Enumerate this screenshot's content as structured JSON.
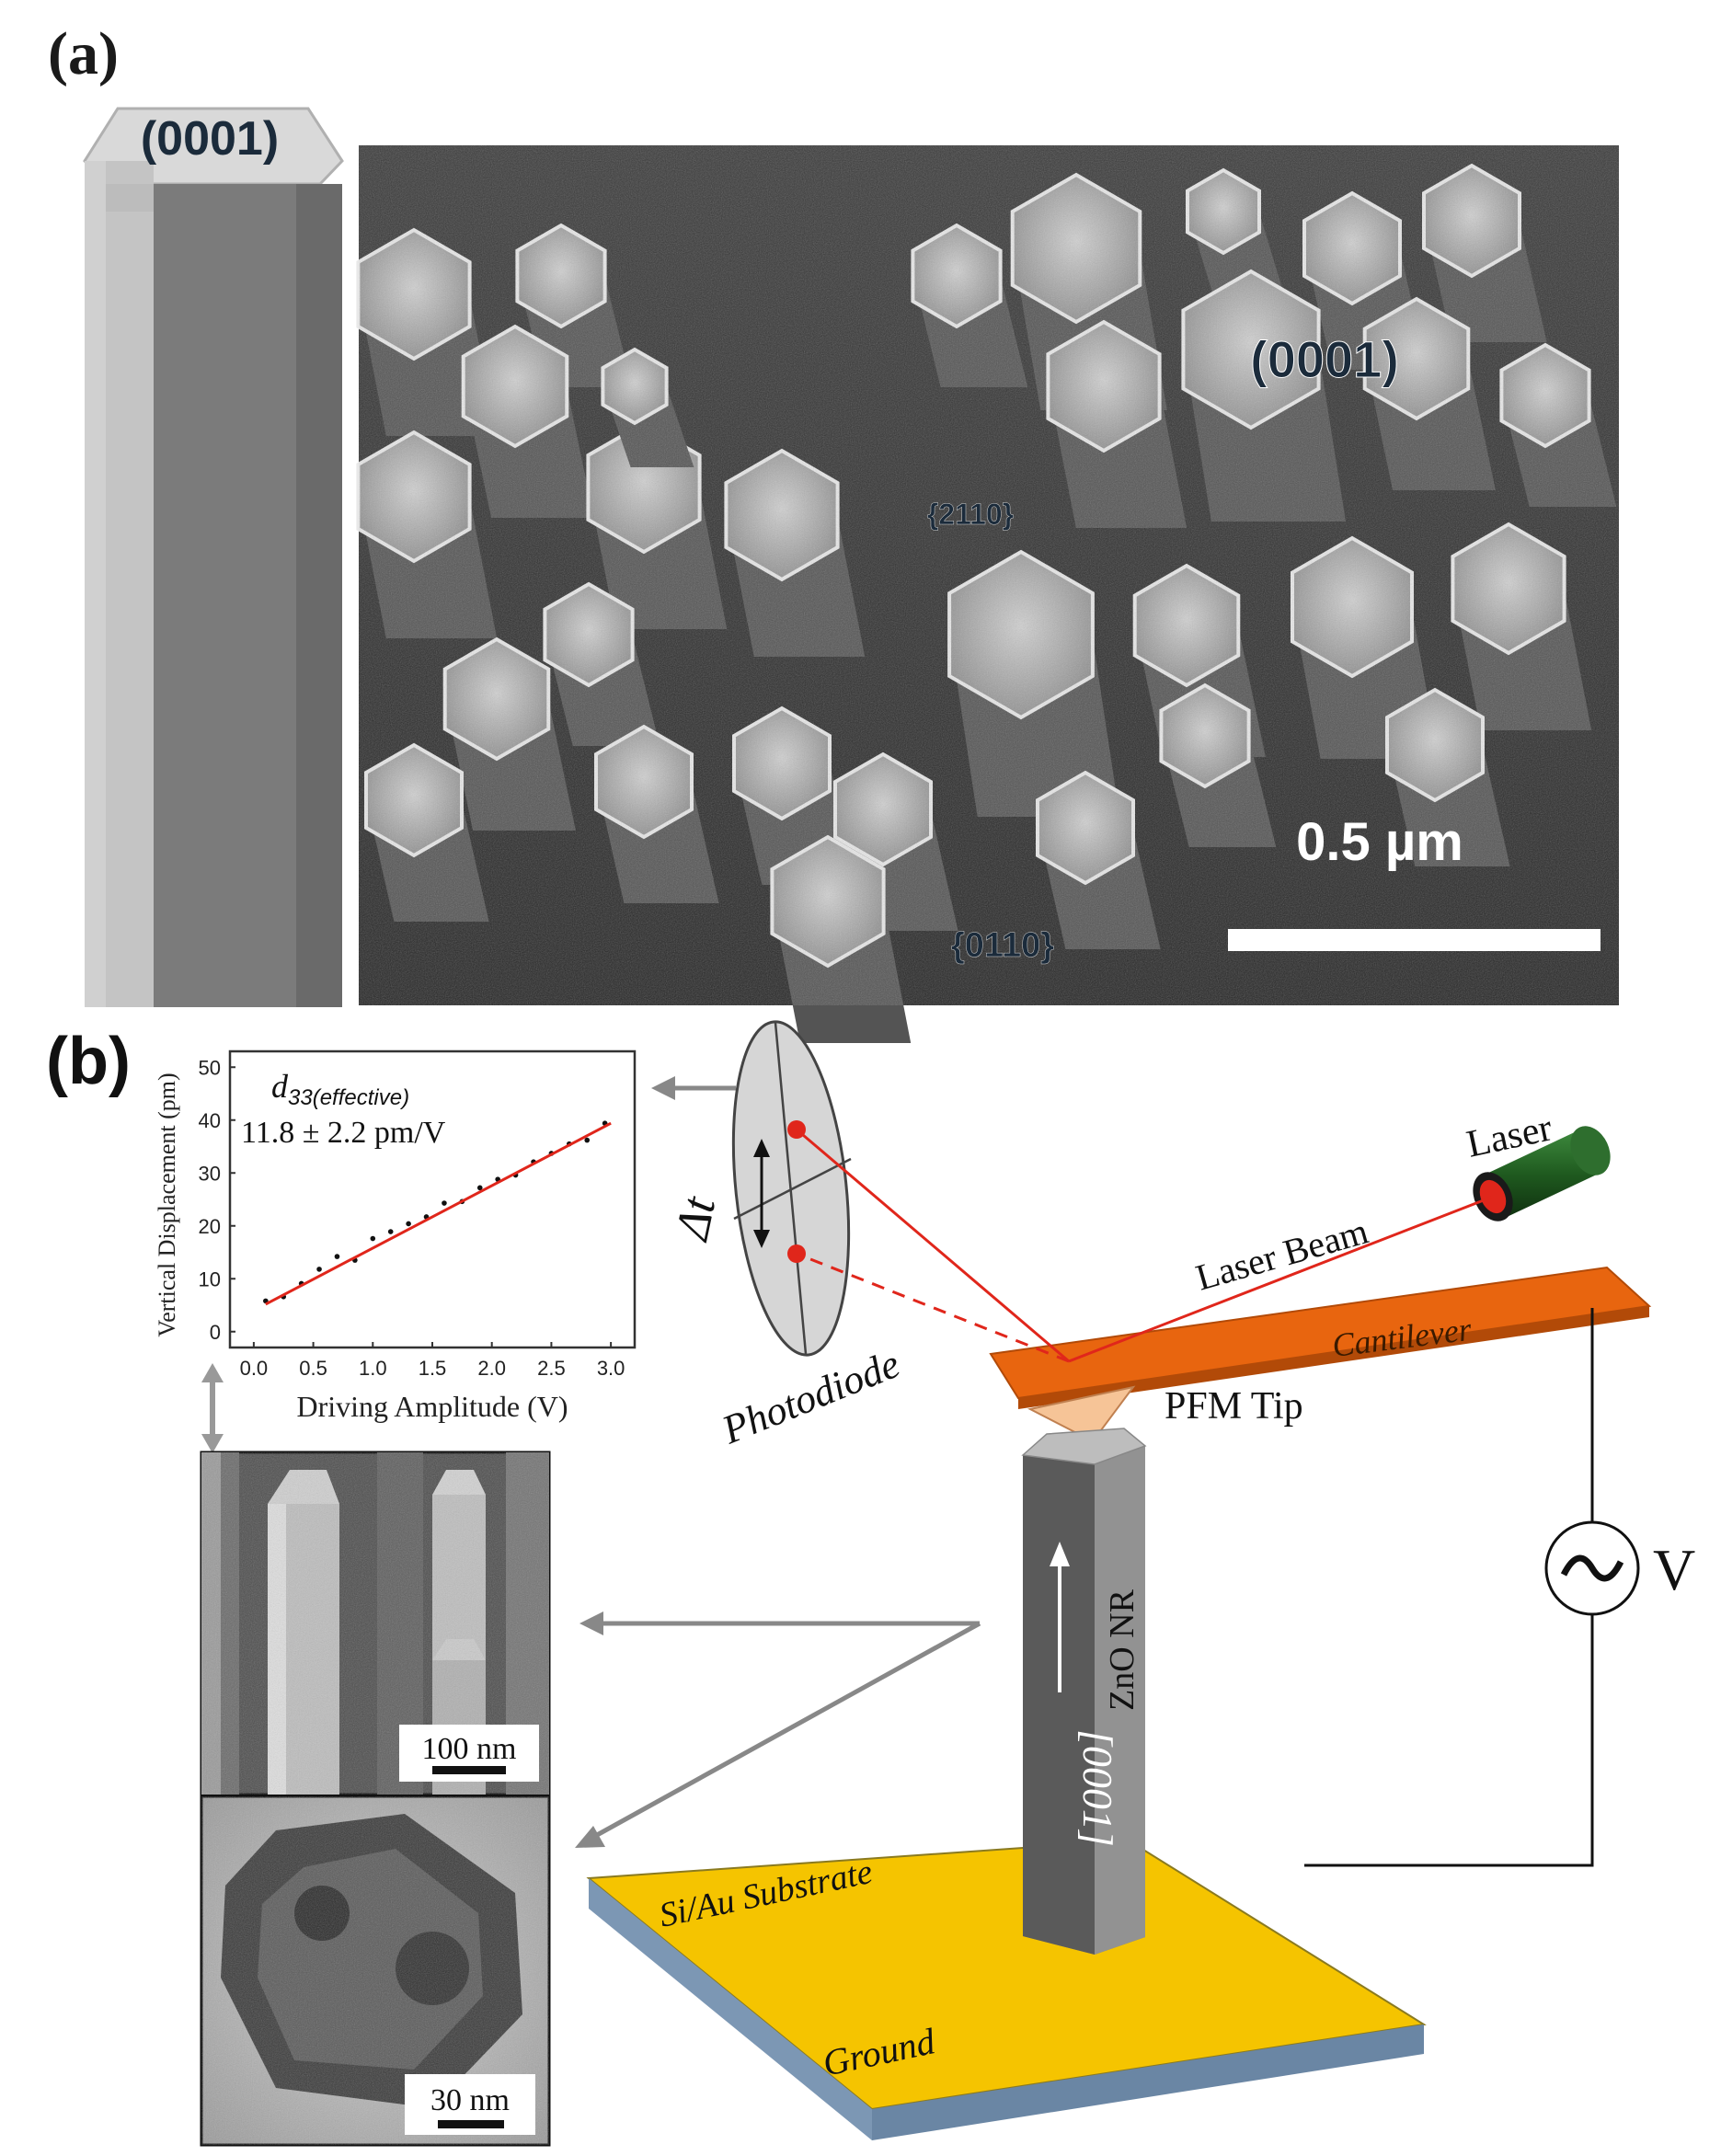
{
  "panel_a": {
    "label": "(a)",
    "schematic_label": "(0001)",
    "sem_label_top": "(0001)",
    "sem_label_side1": "{2110}",
    "sem_label_side2": "{0110}",
    "scale_bar": "0.5 µm"
  },
  "panel_b": {
    "label": "(b)",
    "inset_d33_symbol": "d",
    "inset_d33_sub": "33(effective)",
    "inset_d33_value": "11.8 ± 2.2 pm/V",
    "photodiode": "Photodiode",
    "delta_t": "Δt",
    "laser": "Laser",
    "laser_beam": "Laser Beam",
    "cantilever": "Cantilever",
    "pfm_tip": "PFM Tip",
    "zno_nr": "ZnO NR",
    "direction": "[0001]",
    "voltage": "V",
    "substrate": "Si/Au Substrate",
    "ground": "Ground",
    "sem_scale": "100 nm",
    "tem_scale": "30 nm"
  },
  "colors": {
    "cantilever": "#e8650f",
    "substrate_top": "#f5c400",
    "substrate_side": "#7c97b4",
    "fit_line": "#e0261b",
    "laser_dot": "#e0261b",
    "laser_body": "#1f5a1f"
  },
  "chart_data": {
    "type": "scatter",
    "title": "",
    "xlabel": "Driving Amplitude (V)",
    "ylabel": "Vertical Displacement (pm)",
    "xlim": [
      -0.2,
      3.2
    ],
    "ylim": [
      -3,
      53
    ],
    "x_ticks": [
      "0.0",
      "0.5",
      "1.0",
      "1.5",
      "2.0",
      "2.5",
      "3.0"
    ],
    "y_ticks": [
      "0",
      "10",
      "20",
      "30",
      "40",
      "50"
    ],
    "fit": {
      "slope": 11.8,
      "intercept": 4.0,
      "x_range": [
        0.1,
        3.0
      ]
    },
    "points": [
      [
        0.1,
        5.8
      ],
      [
        0.25,
        6.6
      ],
      [
        0.4,
        9.1
      ],
      [
        0.55,
        11.8
      ],
      [
        0.7,
        14.2
      ],
      [
        0.85,
        13.5
      ],
      [
        1.0,
        17.6
      ],
      [
        1.15,
        18.9
      ],
      [
        1.3,
        20.4
      ],
      [
        1.45,
        21.7
      ],
      [
        1.6,
        24.3
      ],
      [
        1.75,
        24.6
      ],
      [
        1.9,
        27.2
      ],
      [
        2.05,
        28.8
      ],
      [
        2.2,
        29.6
      ],
      [
        2.35,
        32.1
      ],
      [
        2.5,
        33.7
      ],
      [
        2.65,
        35.5
      ],
      [
        2.8,
        36.2
      ],
      [
        2.95,
        39.4
      ]
    ]
  }
}
